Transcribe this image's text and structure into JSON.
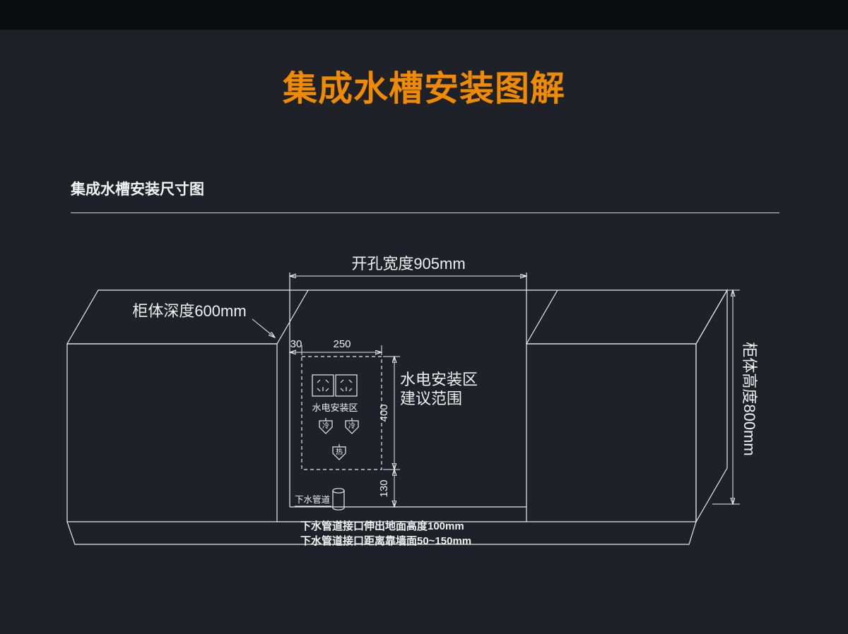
{
  "page": {
    "top_title": "集成水槽安装图解",
    "section_heading": "集成水槽安装尺寸图"
  },
  "colors": {
    "accent_orange": "#f08a00",
    "background": "#1e2127",
    "top_band": "#0a0b0d",
    "line": "#e8eaec",
    "text": "#eef0f2"
  },
  "diagram": {
    "opening_width_label": "开孔宽度905mm",
    "cabinet_depth_label": "柜体深度600mm",
    "cabinet_height_label": "柜体高度800mm",
    "dim_30": "30",
    "dim_250": "250",
    "dim_400": "400",
    "dim_130": "130",
    "socket_zone_label": "水电安装区",
    "zone_note_line1": "水电安装区",
    "zone_note_line2": "建议范围",
    "cold_valve_label": "冷",
    "hot_valve_label": "热",
    "drain_pipe_label": "下水管道",
    "drain_note_line1": "下水管道接口伸出地面高度100mm",
    "drain_note_line2": "下水管道接口距离靠墙面50~150mm"
  }
}
